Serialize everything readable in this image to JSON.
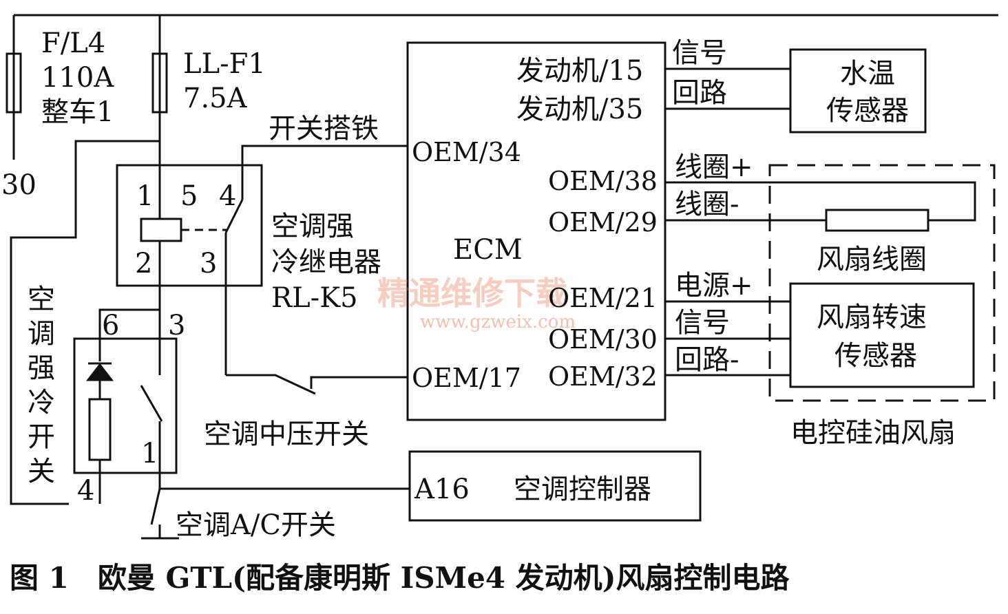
{
  "fuse_main": {
    "name": "F/L4",
    "rating": "110A",
    "desc": "整车1",
    "terminal": "30"
  },
  "fuse_branch": {
    "name": "LL-F1",
    "rating": "7.5A"
  },
  "relay": {
    "pins": {
      "p1": "1",
      "p5": "5",
      "p4": "4",
      "p2": "2",
      "p3": "3"
    },
    "name_line1": "空调强",
    "name_line2": "冷继电器",
    "code": "RL-K5"
  },
  "ac_boost_switch": {
    "label_chars": [
      "空",
      "调",
      "强",
      "冷",
      "开",
      "关"
    ],
    "pins": {
      "p6": "6",
      "p3": "3",
      "p1": "1",
      "p4": "4"
    }
  },
  "wire_labels": {
    "switch_ground": "开关搭铁",
    "mid_pressure_switch": "空调中压开关",
    "ac_switch": "空调A/C开关"
  },
  "ecm": {
    "name": "ECM",
    "pins": {
      "engine15": "发动机/15",
      "engine35": "发动机/35",
      "oem34": "OEM/34",
      "oem38": "OEM/38",
      "oem29": "OEM/29",
      "oem21": "OEM/21",
      "oem30": "OEM/30",
      "oem32": "OEM/32",
      "oem17": "OEM/17"
    }
  },
  "signal_labels": {
    "signal_a": "信号",
    "return_a": "回路",
    "coil_plus": "线圈+",
    "coil_minus": "线圈-",
    "power_plus": "电源+",
    "signal_b": "信号",
    "return_b": "回路-"
  },
  "water_temp_sensor": {
    "line1": "水温",
    "line2": "传感器"
  },
  "fan_coil": {
    "label": "风扇线圈"
  },
  "fan_speed_sensor": {
    "line1": "风扇转速",
    "line2": "传感器"
  },
  "silicone_oil_fan": {
    "label": "电控硅油风扇"
  },
  "ac_controller": {
    "pin": "A16",
    "label": "空调控制器"
  },
  "caption": "图 1　欧曼 GTL(配备康明斯 ISMe4 发动机)风扇控制电路",
  "watermark": {
    "text": "精通维修下载",
    "url": "www.gzweix.com"
  }
}
